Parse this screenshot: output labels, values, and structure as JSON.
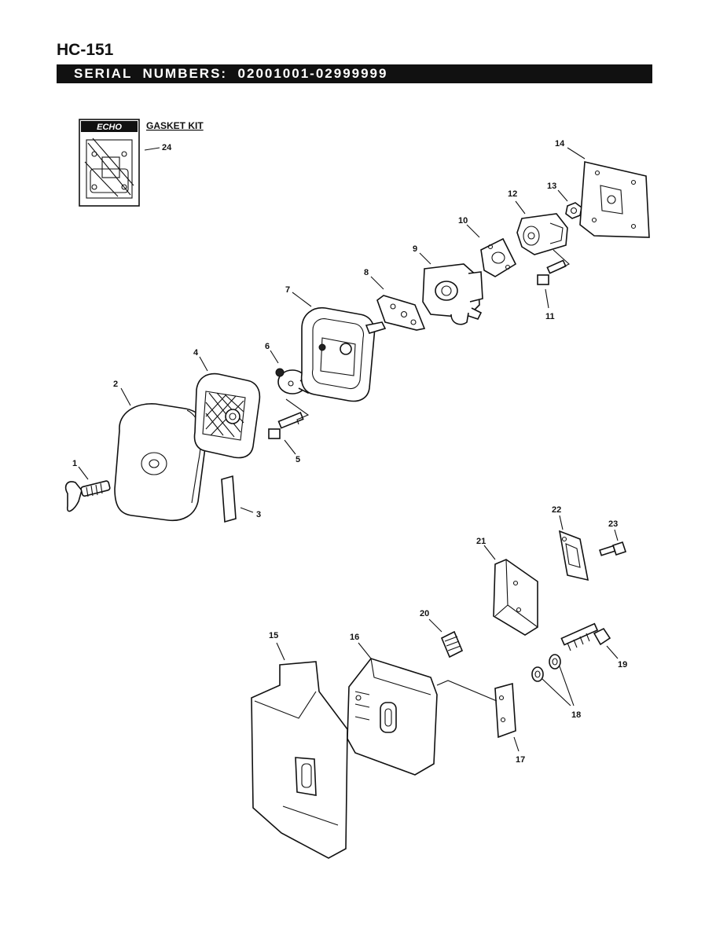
{
  "header": {
    "model": "HC-151",
    "serial_label": "SERIAL  NUMBERS:  02001001-02999999"
  },
  "gasket_kit": {
    "brand": "ECHO",
    "title": "GASKET KIT",
    "number": "24"
  },
  "callouts": [
    "1",
    "2",
    "3",
    "4",
    "5",
    "6",
    "7",
    "8",
    "9",
    "10",
    "11",
    "12",
    "13",
    "14",
    "15",
    "16",
    "17",
    "18",
    "19",
    "20",
    "21",
    "22",
    "23"
  ]
}
